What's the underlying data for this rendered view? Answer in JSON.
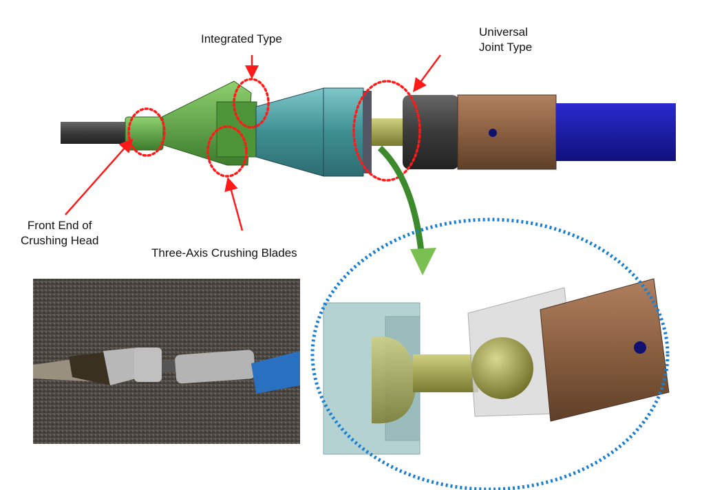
{
  "labels": {
    "integrated_type": "Integrated Type",
    "universal_joint_line1": "Universal",
    "universal_joint_line2": "Joint Type",
    "front_end_line1": "Front End of",
    "front_end_line2": "Crushing Head",
    "three_axis_blades": "Three-Axis Crushing Blades"
  },
  "colors": {
    "callout": "#ff1a1a",
    "zoom_ellipse": "#1a7fd0",
    "green_head": "#5aa040",
    "teal_body": "#3f8f92",
    "brown_sleeve": "#8a6040",
    "blue_tube": "#1a1aa8",
    "olive_joint": "#9a9a40"
  }
}
